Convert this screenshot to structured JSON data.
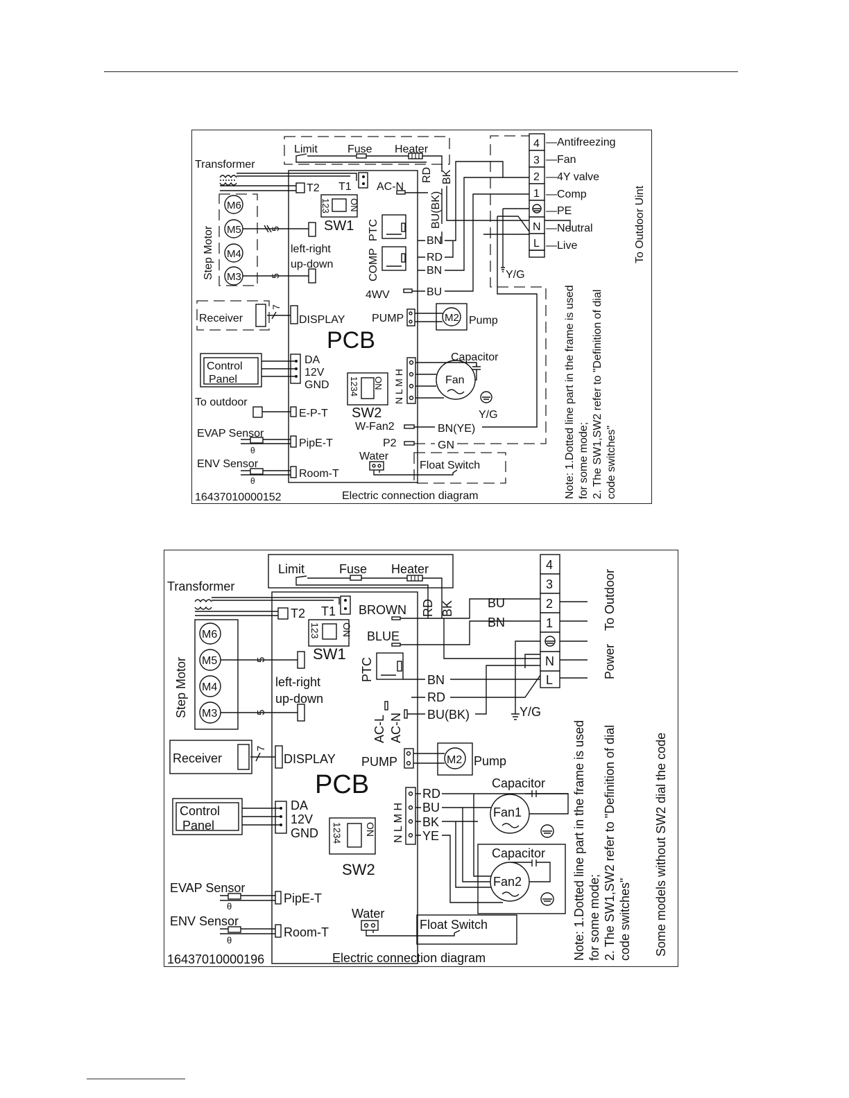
{
  "diagram1": {
    "limit": "Limit",
    "fuse": "Fuse",
    "heater": "Heater",
    "transformer": "Transformer",
    "t2": "T2",
    "t1": "T1",
    "ac_n": "AC-N",
    "rd_top": "RD",
    "bk_top": "BK",
    "bu_bk": "BU(BK)",
    "sw1_on": "ON",
    "sw1_nums": "123",
    "sw1": "SW1",
    "step_motor": "Step Motor",
    "m6": "M6",
    "m5": "M5",
    "m4": "M4",
    "m3": "M3",
    "five_a": "5",
    "five_b": "5",
    "seven": "7",
    "left_right": "left-right",
    "up_down": "up-down",
    "ptc": "PTC",
    "comp": "COMP",
    "bn_a": "BN",
    "rd_b": "RD",
    "bn_c": "BN",
    "four_wv": "4WV",
    "bu_d": "BU",
    "receiver": "Receiver",
    "display": "DISPLAY",
    "pump_lbl": "PUMP",
    "m2": "M2",
    "pump": "Pump",
    "pcb": "PCB",
    "capacitor": "Capacitor",
    "fan": "Fan",
    "h": "H",
    "m": "M",
    "l": "L",
    "n": "N",
    "control": "Control",
    "panel": "Panel",
    "da": "DA",
    "v12": "12V",
    "gnd": "GND",
    "sw2_on": "ON",
    "sw2_nums": "1234",
    "sw2": "SW2",
    "yg_fan": "Y/G",
    "to_outdoor": "To outdoor",
    "ept": "E-P-T",
    "w_fan2": "W-Fan2",
    "bn_ye": "BN(YE)",
    "p2": "P2",
    "gn": "GN",
    "evap": "EVAP Sensor",
    "pipet": "PipE-T",
    "water": "Water",
    "float_switch": "Float Switch",
    "env": "ENV Sensor",
    "roomt": "Room-T",
    "code": "16437010000152",
    "caption": "Electric connection diagram",
    "term": [
      "4",
      "3",
      "2",
      "1",
      "",
      "N",
      "L"
    ],
    "term_labels": [
      "—Antifreezing",
      "—Fan",
      "—4Y valve",
      "—Comp",
      "—PE",
      "—Neutral",
      "—Live"
    ],
    "yg_main": "Y/G",
    "to_outdoor_unit": "To Outdoor Uint",
    "note1": "Note: 1.Dotted line part in the frame is used",
    "note2": "for some mode;",
    "note3": "2. The SW1,SW2 refer to \"Definition of dial",
    "note4": "code switches\""
  },
  "diagram2": {
    "limit": "Limit",
    "fuse": "Fuse",
    "heater": "Heater",
    "transformer": "Transformer",
    "t2": "T2",
    "t1": "T1",
    "brown": "BROWN",
    "blue": "BLUE",
    "rd_top": "RD",
    "bk_top": "BK",
    "bu_top": "BU",
    "bn_top": "BN",
    "sw1_on": "ON",
    "sw1_nums": "123",
    "sw1": "SW1",
    "step_motor": "Step Motor",
    "m6": "M6",
    "m5": "M5",
    "m4": "M4",
    "m3": "M3",
    "five_a": "5",
    "five_b": "5",
    "seven": "7",
    "left_right": "left-right",
    "up_down": "up-down",
    "ptc": "PTC",
    "bn_p": "BN",
    "rd_p": "RD",
    "ac_l": "AC-L",
    "ac_n": "AC-N",
    "bu_bk": "BU(BK)",
    "receiver": "Receiver",
    "display": "DISPLAY",
    "pump_lbl": "PUMP",
    "m2": "M2",
    "pump": "Pump",
    "pcb": "PCB",
    "h": "H",
    "m": "M",
    "l": "L",
    "n": "N",
    "rd_f": "RD",
    "bu_f": "BU",
    "bk_f": "BK",
    "ye_f": "YE",
    "capacitor1": "Capacitor",
    "fan1": "Fan1",
    "capacitor2": "Capacitor",
    "fan2": "Fan2",
    "control": "Control",
    "panel": "Panel",
    "da": "DA",
    "v12": "12V",
    "gnd": "GND",
    "sw2_on": "ON",
    "sw2_nums": "1234",
    "sw2": "SW2",
    "evap": "EVAP Sensor",
    "pipet": "PipE-T",
    "water": "Water",
    "float_switch": "Float Switch",
    "env": "ENV Sensor",
    "roomt": "Room-T",
    "code": "16437010000196",
    "caption": "Electric connection diagram",
    "term": [
      "4",
      "3",
      "2",
      "1",
      "",
      "N",
      "L"
    ],
    "yg_main": "Y/G",
    "to_outdoor": "To Outdoor",
    "power": "Power",
    "note1": "Note: 1.Dotted line part in the frame is used",
    "note2": "for some mode;",
    "note3": "2. The SW1,SW2 refer to \"Definition of dial",
    "note4": "code switches\"",
    "note5": "Some models without SW2 dial the code"
  }
}
